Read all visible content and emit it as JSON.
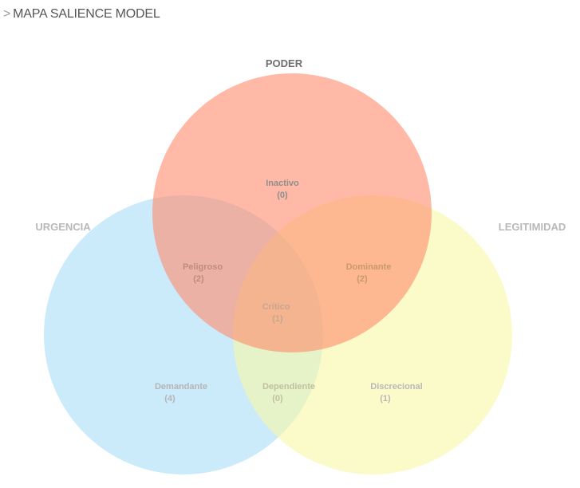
{
  "header": {
    "prefix": ">",
    "title": "MAPA SALIENCE MODEL"
  },
  "diagram": {
    "sets": [
      {
        "key": "poder",
        "label": "PODER",
        "fill": "#ff8a6b",
        "label_color": "#6e6e6e"
      },
      {
        "key": "urgencia",
        "label": "URGENCIA",
        "fill": "#a8dcf7",
        "label_color": "#b8b8b8"
      },
      {
        "key": "legitimidad",
        "label": "LEGITIMIDAD",
        "fill": "#f8f9a6",
        "label_color": "#b8b8b8"
      }
    ],
    "regions": [
      {
        "key": "inactivo",
        "label": "Inactivo",
        "count": "(0)",
        "color": "#8e8e8e"
      },
      {
        "key": "peligroso",
        "label": "Peligroso",
        "count": "(2)",
        "color": "#c08c80"
      },
      {
        "key": "dominante",
        "label": "Dominante",
        "count": "(2)",
        "color": "#c79a6c"
      },
      {
        "key": "critico",
        "label": "Crítico",
        "count": "(1)",
        "color": "#c7a58f"
      },
      {
        "key": "demandante",
        "label": "Demandante",
        "count": "(4)",
        "color": "#b5b5b5"
      },
      {
        "key": "dependiente",
        "label": "Dependiente",
        "count": "(0)",
        "color": "#c0c0a0"
      },
      {
        "key": "discrecional",
        "label": "Discrecional",
        "count": "(1)",
        "color": "#b8b8b8"
      }
    ]
  }
}
